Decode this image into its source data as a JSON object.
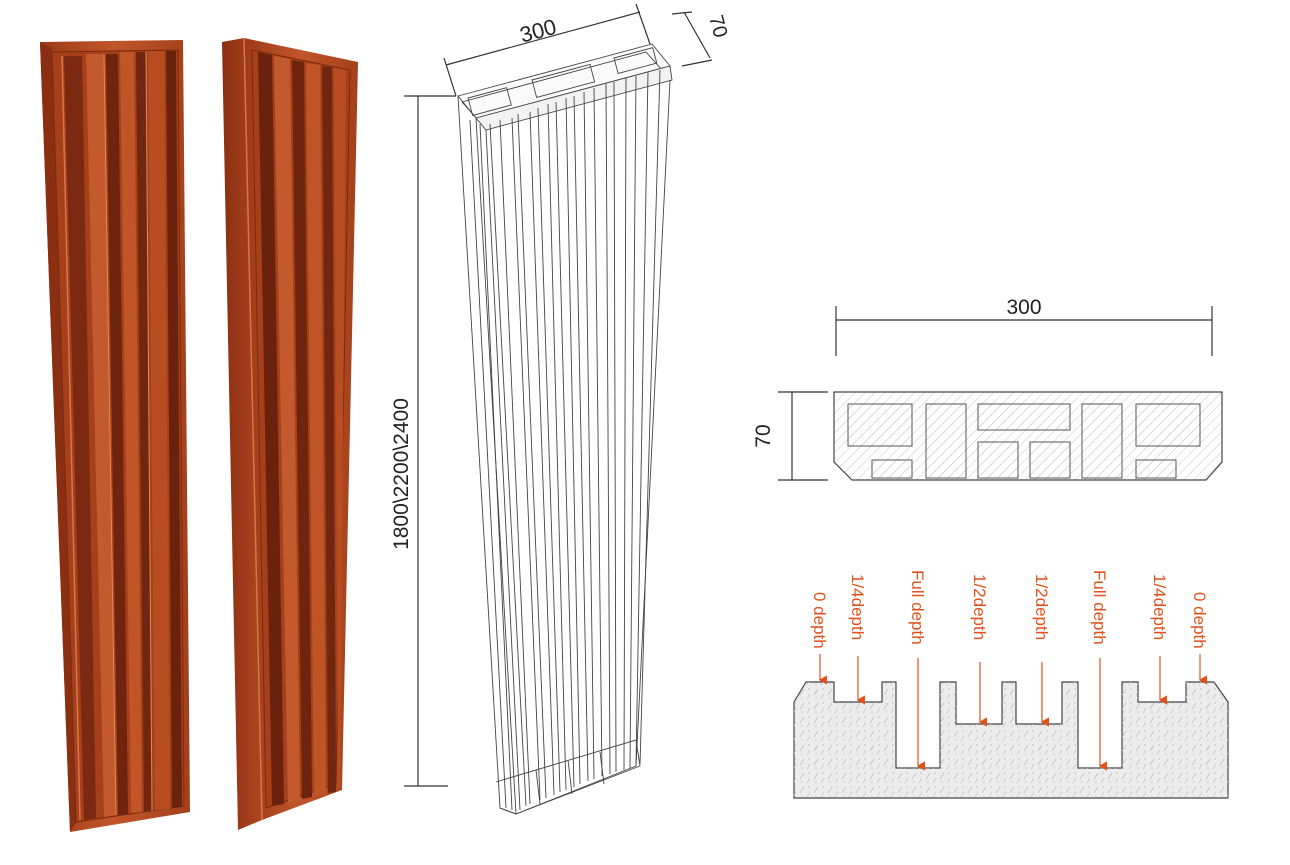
{
  "iso_drawing": {
    "width_label": "300",
    "depth_label": "70",
    "height_label": "1800\\2200\\2400"
  },
  "section_drawing": {
    "width_label": "300",
    "depth_label": "70"
  },
  "depth_profile": {
    "labels": [
      "0 depth",
      "1/4depth",
      "Full depth",
      "1/2depth",
      "1/2depth",
      "Full depth",
      "1/4depth",
      "0 depth"
    ],
    "label_color": "#e0521c"
  },
  "colors": {
    "wood_base": "#b4471f",
    "wood_dark": "#6b2210",
    "wood_light": "#d0693a",
    "line": "#333333",
    "hatch": "#bbbbbb"
  }
}
